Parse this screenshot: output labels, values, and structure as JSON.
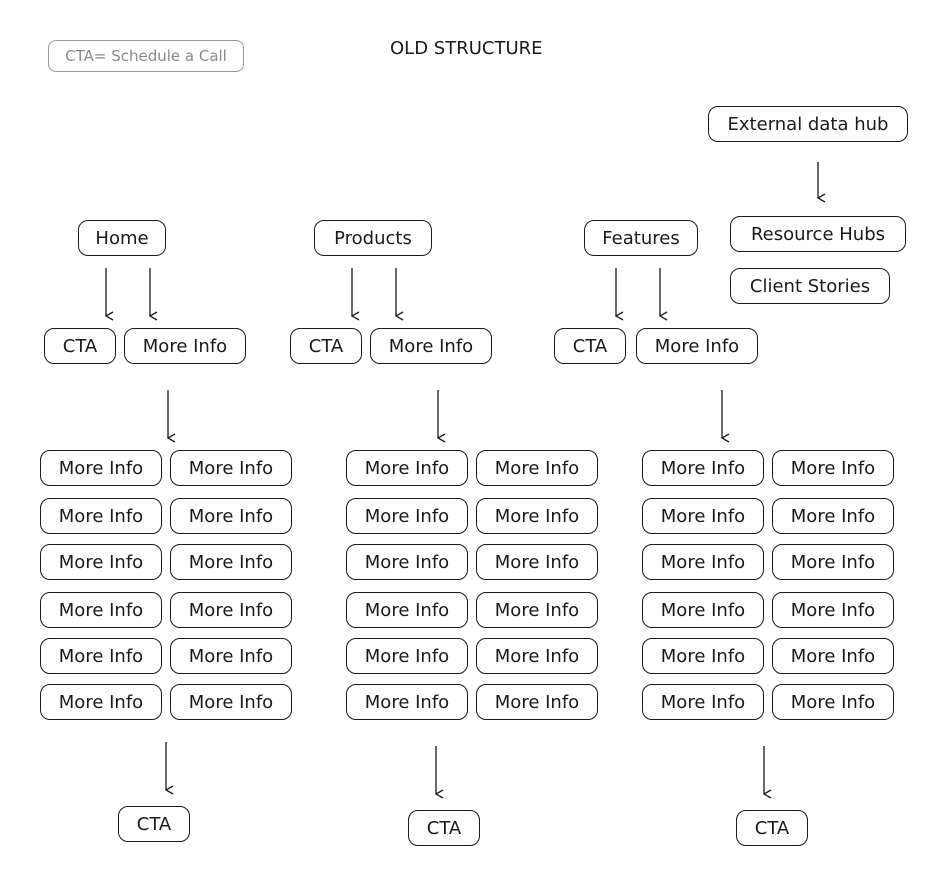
{
  "legend": "CTA= Schedule a Call",
  "title": "OLD STRUCTURE",
  "external": {
    "hub": "External data hub",
    "resource_hubs": "Resource Hubs",
    "client_stories": "Client Stories"
  },
  "columns": [
    {
      "top": "Home",
      "cta": "CTA",
      "more_info": "More Info",
      "grid": [
        [
          "More Info",
          "More Info"
        ],
        [
          "More Info",
          "More Info"
        ],
        [
          "More Info",
          "More Info"
        ],
        [
          "More Info",
          "More Info"
        ],
        [
          "More Info",
          "More Info"
        ],
        [
          "More Info",
          "More Info"
        ]
      ],
      "bottom_cta": "CTA"
    },
    {
      "top": "Products",
      "cta": "CTA",
      "more_info": "More Info",
      "grid": [
        [
          "More Info",
          "More Info"
        ],
        [
          "More Info",
          "More Info"
        ],
        [
          "More Info",
          "More Info"
        ],
        [
          "More Info",
          "More Info"
        ],
        [
          "More Info",
          "More Info"
        ],
        [
          "More Info",
          "More Info"
        ]
      ],
      "bottom_cta": "CTA"
    },
    {
      "top": "Features",
      "cta": "CTA",
      "more_info": "More Info",
      "grid": [
        [
          "More Info",
          "More Info"
        ],
        [
          "More Info",
          "More Info"
        ],
        [
          "More Info",
          "More Info"
        ],
        [
          "More Info",
          "More Info"
        ],
        [
          "More Info",
          "More Info"
        ],
        [
          "More Info",
          "More Info"
        ]
      ],
      "bottom_cta": "CTA"
    }
  ]
}
